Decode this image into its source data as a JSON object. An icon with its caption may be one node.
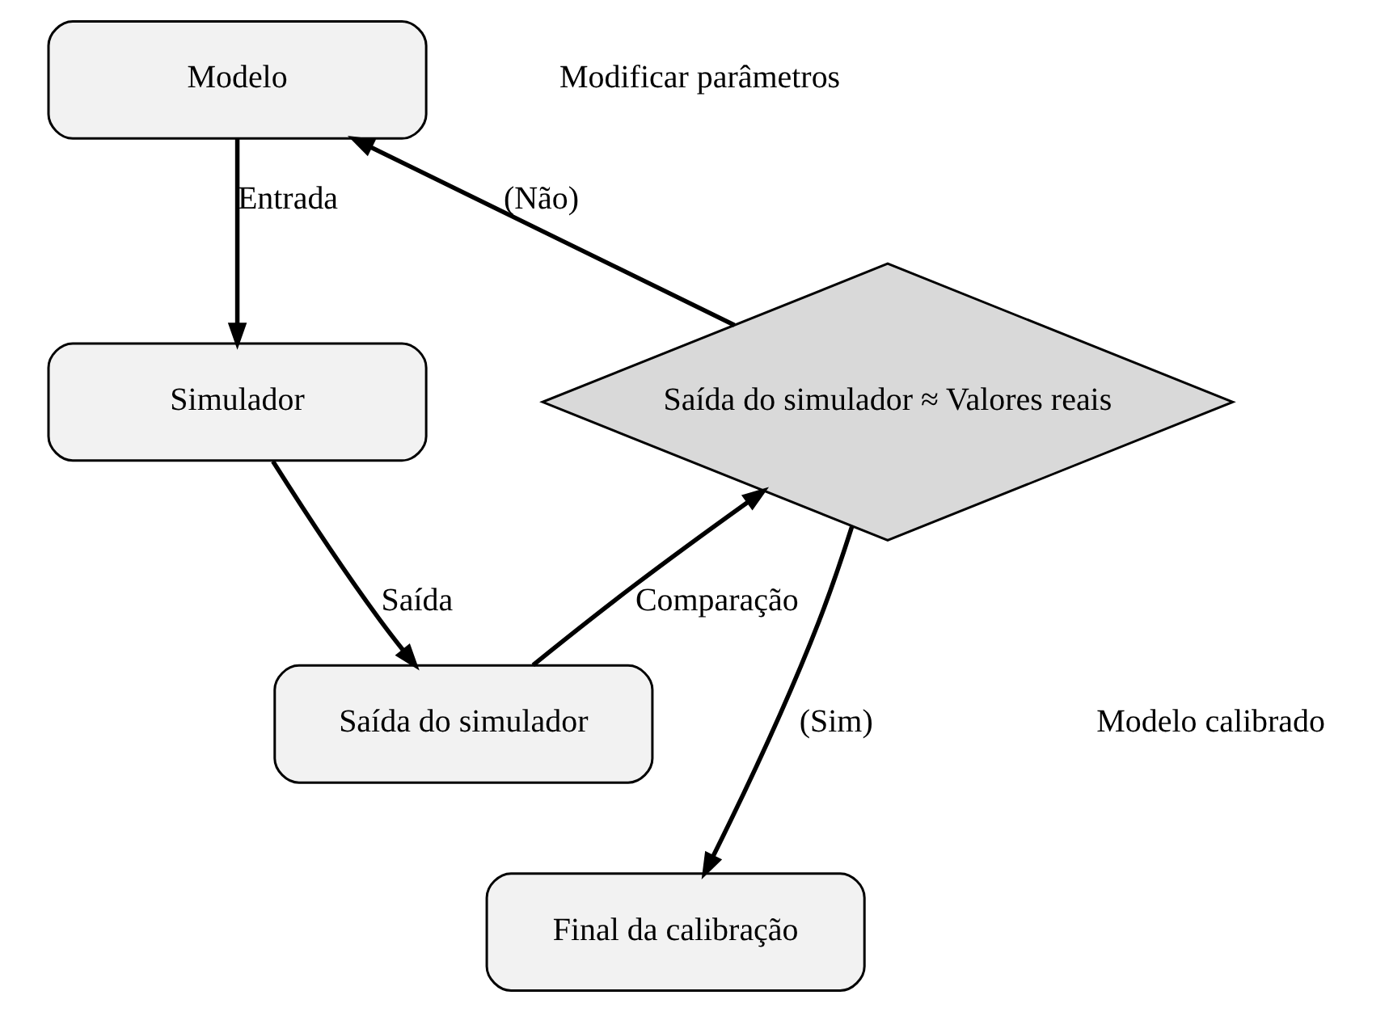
{
  "diagram": {
    "nodes": [
      {
        "text": [
          "Modelo"
        ]
      },
      {
        "text": [
          "Simulador"
        ]
      },
      {
        "text": [
          "Saída do simulador"
        ]
      },
      {
        "text": [
          "Saída do simulador ≈ Valores reais"
        ]
      },
      {
        "text": [
          "Final da calibração"
        ]
      }
    ],
    "edges": [
      {
        "from": 0,
        "to": 1,
        "arrow": "to",
        "label": "Entrada"
      },
      {
        "from": 1,
        "to": 2,
        "arrow": "to",
        "label": "Saída"
      },
      {
        "from": 2,
        "to": 3,
        "arrow": "to",
        "label": "Comparação"
      },
      {
        "from": 3,
        "to": 0,
        "arrow": "to",
        "label": "(Não)"
      },
      {
        "from": 3,
        "to": 4,
        "arrow": "to",
        "label": "(Sim)"
      }
    ],
    "labels": [
      "Modificar parâmetros",
      "Modelo calibrado"
    ]
  }
}
